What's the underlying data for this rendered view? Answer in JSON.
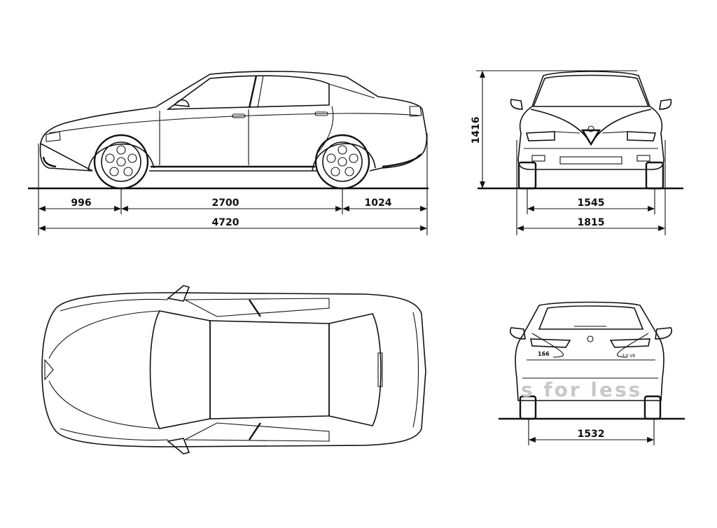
{
  "dimensions": {
    "front_overhang": "996",
    "wheelbase": "2700",
    "rear_overhang": "1024",
    "overall_length": "4720",
    "height": "1416",
    "front_track": "1545",
    "overall_width": "1815",
    "rear_track": "1532"
  },
  "badges": {
    "model": "166",
    "engine": "3.0 V6"
  },
  "watermark": "s for less"
}
